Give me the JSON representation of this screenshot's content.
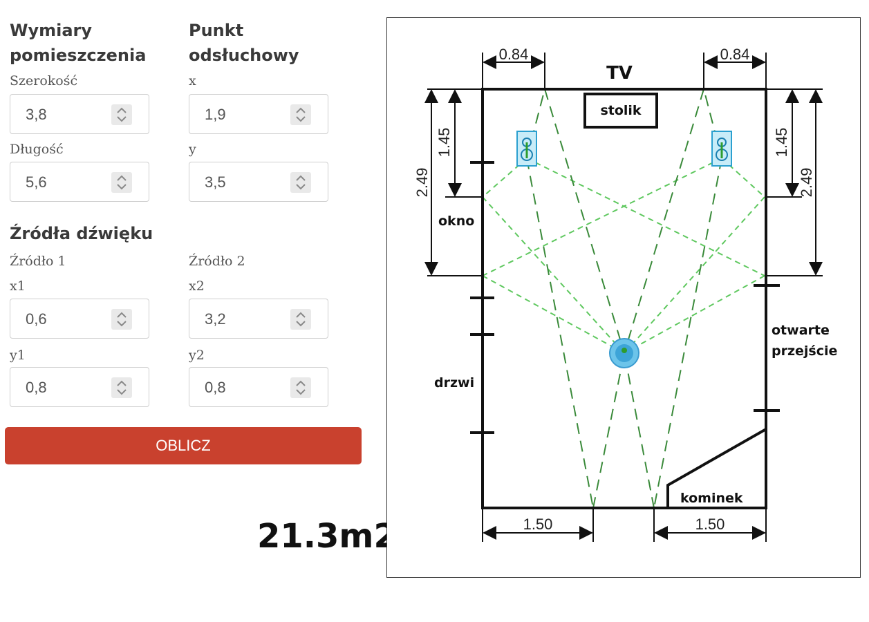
{
  "form": {
    "room_heading": "Wymiary pomieszczenia",
    "listen_heading": "Punkt odsłuchowy",
    "width_label": "Szerokość",
    "width_value": "3,8",
    "length_label": "Długość",
    "length_value": "5,6",
    "x_label": "x",
    "x_value": "1,9",
    "y_label": "y",
    "y_value": "3,5",
    "sources_heading": "Źródła dźwięku",
    "source1_label": "Źródło 1",
    "source2_label": "Źródło 2",
    "x1_label": "x1",
    "x1_value": "0,6",
    "y1_label": "y1",
    "y1_value": "0,8",
    "x2_label": "x2",
    "x2_value": "3,2",
    "y2_label": "y2",
    "y2_value": "0,8",
    "calc_button": "OBLICZ",
    "button_color": "#c9412e"
  },
  "area_text": "21.3m2",
  "plan": {
    "tv": "TV",
    "stolik": "stolik",
    "okno": "okno",
    "drzwi": "drzwi",
    "otwarte": "otwarte",
    "przejscie": "przejście",
    "kominek": "kominek",
    "dim_top_left": "0.84",
    "dim_top_right": "0.84",
    "dim_left_short": "1.45",
    "dim_left_long": "2.49",
    "dim_right_short": "1.45",
    "dim_right_long": "2.49",
    "dim_bottom_left": "1.50",
    "dim_bottom_right": "1.50",
    "ray_color": "#5fc85f"
  }
}
